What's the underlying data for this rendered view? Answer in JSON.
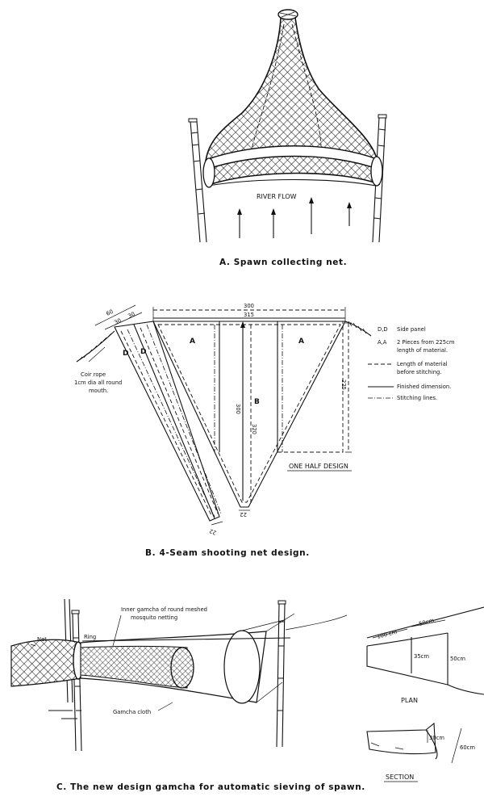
{
  "figA": {
    "caption": "A. Spawn collecting net.",
    "river_flow": "RIVER FLOW"
  },
  "figB": {
    "caption": "B. 4-Seam  shooting net design.",
    "dim_300": "300",
    "dim_315": "315",
    "dim_60": "60",
    "dim_30a": "30",
    "dim_30b": "30",
    "dim_300_vert": "300",
    "dim_320": "320",
    "dim_225": "225",
    "dim_22a": "22",
    "dim_22b": "22",
    "panel_a_left": "A",
    "panel_a_right": "A",
    "panel_b": "B",
    "panel_d1": "D",
    "panel_d2": "D",
    "coir_rope": [
      "Coir rope",
      "1cm dia all round",
      "mouth."
    ],
    "one_half": "ONE HALF DESIGN",
    "legend": [
      {
        "key": "D,D",
        "text": [
          "Side panel"
        ]
      },
      {
        "key": "A,A",
        "text": [
          "2 Pieces from 225cm",
          "length of material."
        ]
      },
      {
        "key": "",
        "text": [
          "Length of material",
          "before stitching."
        ]
      },
      {
        "key": "",
        "text": [
          "Finished dimension."
        ]
      },
      {
        "key": "",
        "text": [
          "Stitching lines."
        ]
      }
    ]
  },
  "figC": {
    "caption": "C. The new design gamcha for automatic sieving of spawn.",
    "net": "Net",
    "ring": "Ring",
    "inner": [
      "Inner gamcha of round meshed",
      "mosquito netting"
    ],
    "gamcha_cloth": "Gamcha cloth",
    "plan": "PLAN",
    "section": "SECTION",
    "plan_100": "100 cm",
    "plan_50": "50cm",
    "plan_35": "35cm",
    "plan_50v": "50cm",
    "sec_30": "30cm",
    "sec_60": "60cm"
  }
}
